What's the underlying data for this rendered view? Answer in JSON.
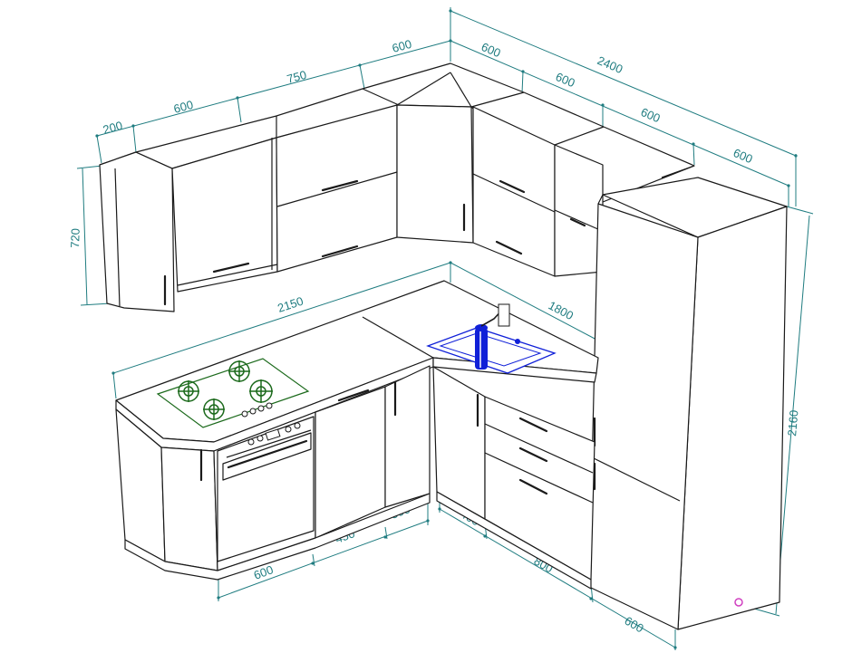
{
  "colors": {
    "background": "#ffffff",
    "outline": "#1a1a1a",
    "dimension": "#1f7c80",
    "hob": "#1c6a1c",
    "sink": "#1020d8",
    "accent": "#d040c0"
  },
  "dimensions": {
    "upper_200": "200",
    "upper_600_left": "600",
    "upper_750": "750",
    "upper_600_corner": "600",
    "right_600_a": "600",
    "right_600_b": "600",
    "right_600_c": "600",
    "right_600_d": "600",
    "overall_2400": "2400",
    "height_720": "720",
    "counter_2150": "2150",
    "counter_1800": "1800",
    "tall_2160": "2160",
    "base_600_left": "600",
    "base_450": "450",
    "base_300": "300",
    "base_400": "400",
    "base_800": "800",
    "base_600_right": "600"
  }
}
